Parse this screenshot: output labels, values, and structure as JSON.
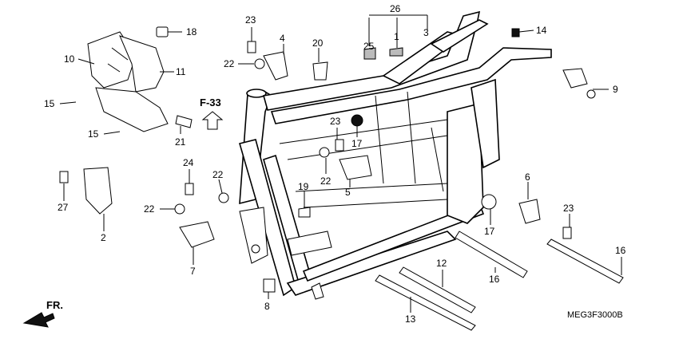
{
  "diagram_code": "MEG3F3000B",
  "reference": "F-33",
  "direction_label": "FR.",
  "callouts": [
    {
      "id": "c18a",
      "text": "18"
    },
    {
      "id": "c10",
      "text": "10"
    },
    {
      "id": "c11",
      "text": "11"
    },
    {
      "id": "c15a",
      "text": "15"
    },
    {
      "id": "c15b",
      "text": "15"
    },
    {
      "id": "c23a",
      "text": "23"
    },
    {
      "id": "c22a",
      "text": "22"
    },
    {
      "id": "c4",
      "text": "4"
    },
    {
      "id": "c20",
      "text": "20"
    },
    {
      "id": "c26",
      "text": "26"
    },
    {
      "id": "c25",
      "text": "25"
    },
    {
      "id": "c1",
      "text": "1"
    },
    {
      "id": "c3",
      "text": "3"
    },
    {
      "id": "c14",
      "text": "14"
    },
    {
      "id": "c9",
      "text": "9"
    },
    {
      "id": "c21",
      "text": "21"
    },
    {
      "id": "c23b",
      "text": "23"
    },
    {
      "id": "c17a",
      "text": "17"
    },
    {
      "id": "c22b",
      "text": "22"
    },
    {
      "id": "c5",
      "text": "5"
    },
    {
      "id": "c24",
      "text": "24"
    },
    {
      "id": "c22c",
      "text": "22"
    },
    {
      "id": "c19",
      "text": "19"
    },
    {
      "id": "c27",
      "text": "27"
    },
    {
      "id": "c2",
      "text": "2"
    },
    {
      "id": "c22d",
      "text": "22"
    },
    {
      "id": "c7",
      "text": "7"
    },
    {
      "id": "c6",
      "text": "6"
    },
    {
      "id": "c23c",
      "text": "23"
    },
    {
      "id": "c17b",
      "text": "17"
    },
    {
      "id": "c16a",
      "text": "16"
    },
    {
      "id": "c16b",
      "text": "16"
    },
    {
      "id": "c12",
      "text": "12"
    },
    {
      "id": "c8",
      "text": "8"
    },
    {
      "id": "c13",
      "text": "13"
    }
  ]
}
